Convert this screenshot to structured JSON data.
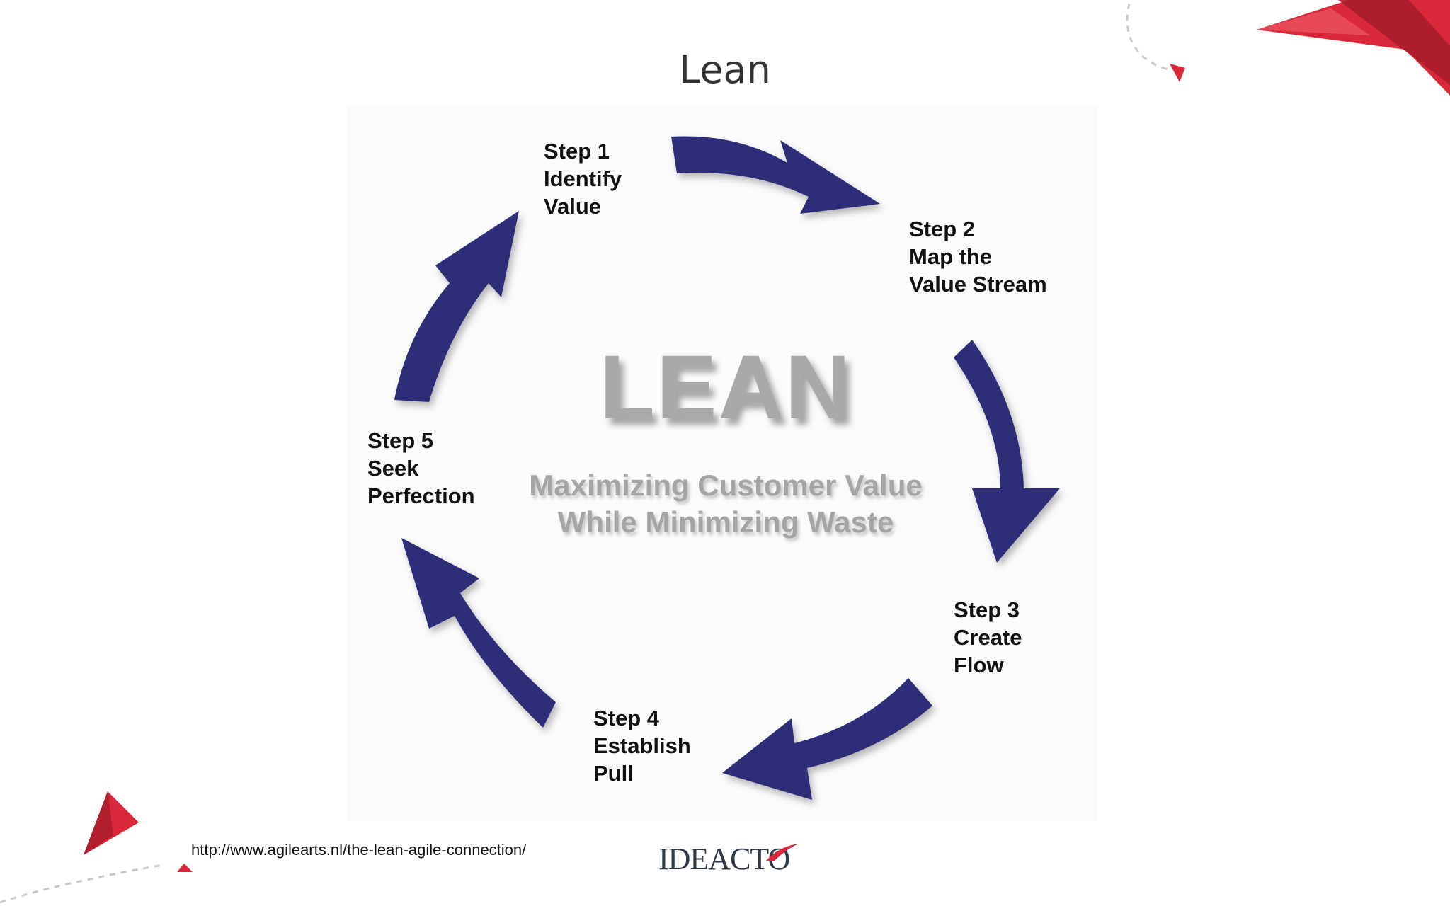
{
  "title": "Lean",
  "diagram": {
    "center_word": "LEAN",
    "tagline": [
      "Maximizing Customer Value",
      "While Minimizing Waste"
    ],
    "steps": [
      {
        "step": "Step 1",
        "line2": "Identify",
        "line3": "Value"
      },
      {
        "step": "Step 2",
        "line2": "Map the",
        "line3": "Value Stream"
      },
      {
        "step": "Step 3",
        "line2": "Create",
        "line3": "Flow"
      },
      {
        "step": "Step 4",
        "line2": "Establish",
        "line3": "Pull"
      },
      {
        "step": "Step 5",
        "line2": "Seek",
        "line3": "Perfection"
      }
    ],
    "arrow_color": "#2f2f78",
    "center_text_color": "#a9a9ab"
  },
  "footer": {
    "source_url": "http://www.agilearts.nl/the-lean-agile-connection/",
    "logo_text": "IDEACTO"
  },
  "accent_color": "#d9283a"
}
